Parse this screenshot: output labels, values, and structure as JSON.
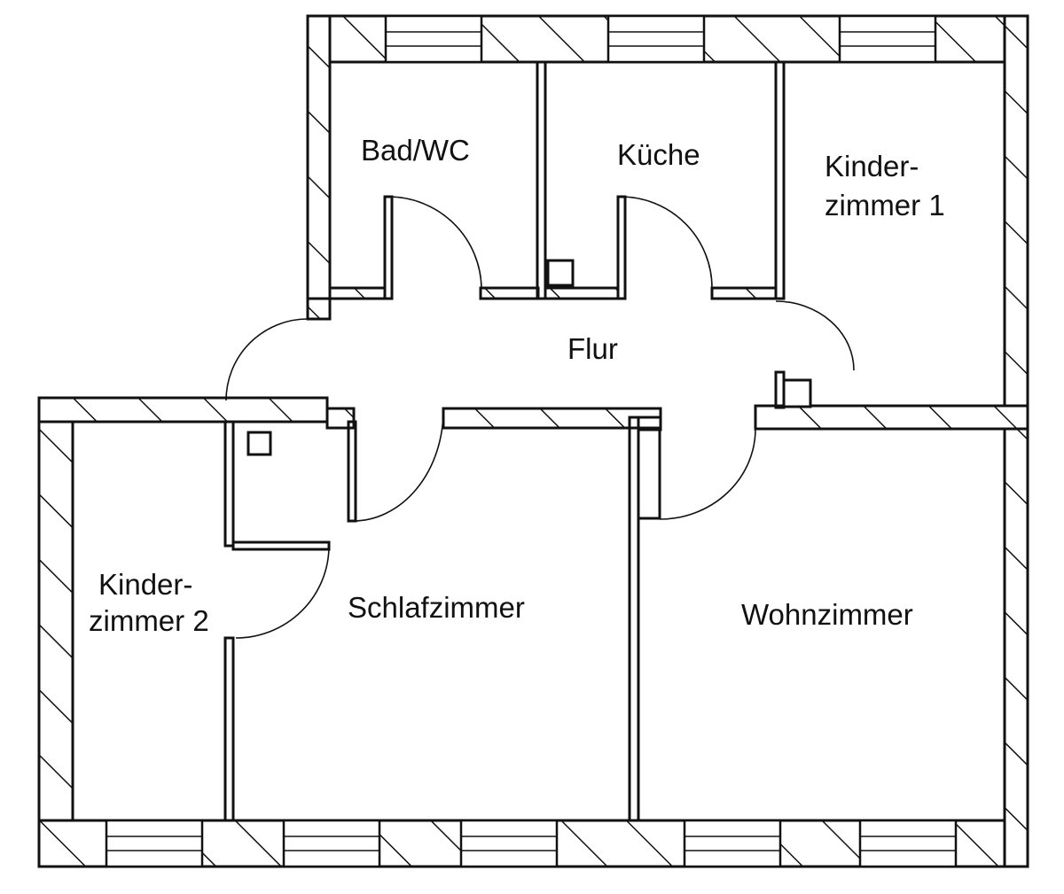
{
  "rooms": {
    "bad_wc": "Bad/WC",
    "kueche": "Küche",
    "kinderzimmer1": [
      "Kinder-",
      "zimmer 1"
    ],
    "flur": "Flur",
    "kinderzimmer2": [
      "Kinder-",
      "zimmer 2"
    ],
    "schlafzimmer": "Schlafzimmer",
    "wohnzimmer": "Wohnzimmer"
  },
  "colors": {
    "line": "#111111",
    "background": "#ffffff"
  }
}
